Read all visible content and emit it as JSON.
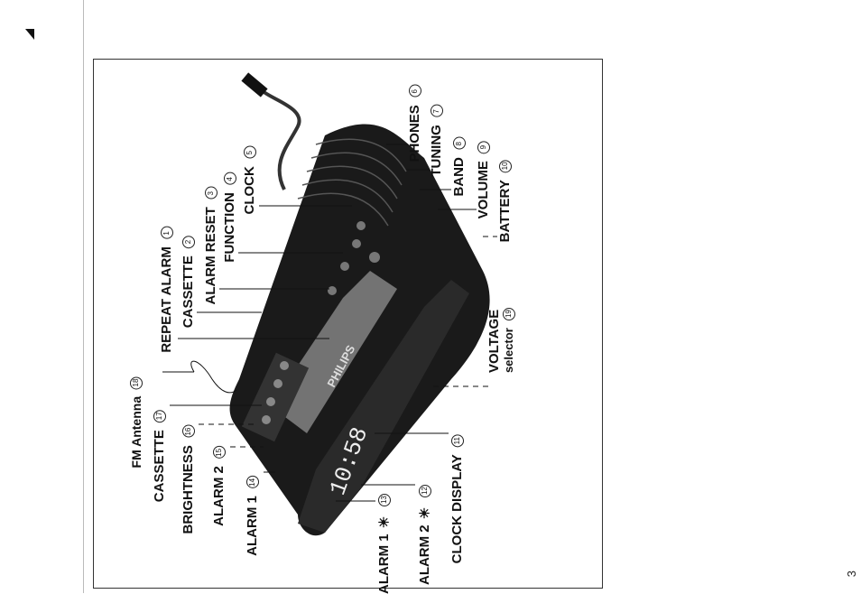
{
  "labels": {
    "l1": {
      "num": "1",
      "text": "REPEAT ALARM"
    },
    "l2": {
      "num": "2",
      "text": "CASSETTE"
    },
    "l3": {
      "num": "3",
      "text": "ALARM RESET"
    },
    "l4": {
      "num": "4",
      "text": "FUNCTION"
    },
    "l5": {
      "num": "5",
      "text": "CLOCK"
    },
    "l6": {
      "num": "6",
      "text": "PHONES"
    },
    "l7": {
      "num": "7",
      "text": "TUNING"
    },
    "l8": {
      "num": "8",
      "text": "BAND"
    },
    "l9": {
      "num": "9",
      "text": "VOLUME"
    },
    "l10": {
      "num": "10",
      "text": "BATTERY"
    },
    "l11": {
      "num": "11",
      "text": "CLOCK DISPLAY"
    },
    "l12": {
      "num": "12",
      "text": "ALARM 2 ☀"
    },
    "l13": {
      "num": "13",
      "text": "ALARM 1 ☀"
    },
    "l14": {
      "num": "14",
      "text": "ALARM 1"
    },
    "l15": {
      "num": "15",
      "text": "ALARM 2"
    },
    "l16": {
      "num": "16",
      "text": "BRIGHTNESS"
    },
    "l17": {
      "num": "17",
      "text": "CASSETTE"
    },
    "l18": {
      "num": "18",
      "text": "FM Antenna"
    },
    "l19": {
      "num": "19",
      "text": "VOLTAGE",
      "sub": "selector"
    }
  },
  "device": {
    "brand": "PHILIPS",
    "display_time": "10:58"
  },
  "page_number": "3"
}
